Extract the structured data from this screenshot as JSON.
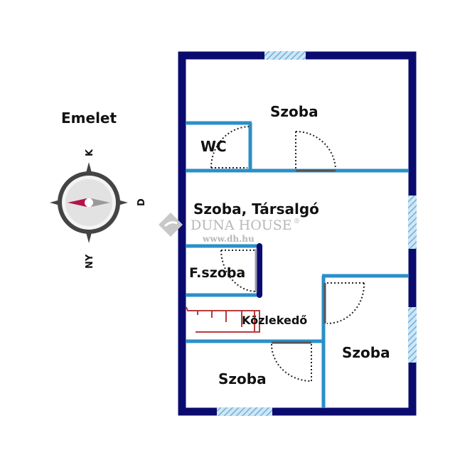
{
  "floor_label": "Emelet",
  "compass": {
    "north": "K",
    "east": "D",
    "south": "NY"
  },
  "rooms": {
    "top_room": "Szoba",
    "wc": "WC",
    "living": "Szoba, Társalgó",
    "bathroom": "F.szoba",
    "hallway": "Közlekedő",
    "right_room": "Szoba",
    "bottom_room": "Szoba"
  },
  "watermark": {
    "brand": "DUNA HOUSE",
    "registered": "®",
    "url": "www.dh.hu"
  },
  "colors": {
    "outer_wall": "#0b0b6f",
    "inner_wall": "#2a8fc8",
    "stairs": "#b83a3a",
    "window": "#8fc4e6"
  }
}
